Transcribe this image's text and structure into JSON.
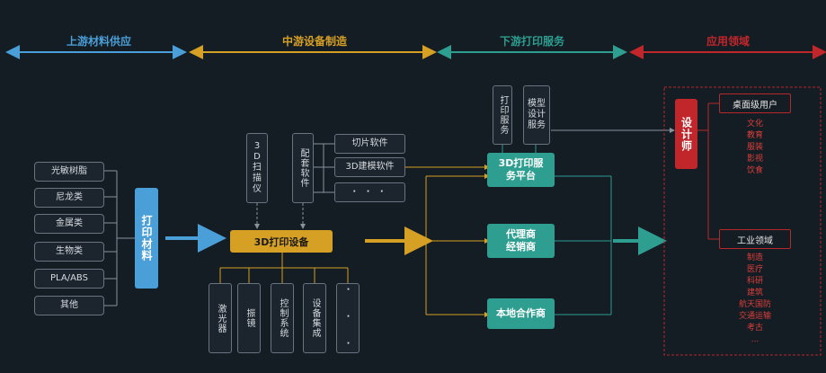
{
  "sections": {
    "upstream": "上游材料供应",
    "midstream": "中游设备制造",
    "downstream": "下游打印服务",
    "application": "应用领域"
  },
  "colors": {
    "upstream": "#4a9fd8",
    "midstream": "#d6a024",
    "downstream": "#2d9e8f",
    "application": "#c0262a"
  },
  "materials": {
    "items": [
      "光敏树脂",
      "尼龙类",
      "金属类",
      "生物类",
      "PLA/ABS",
      "其他"
    ],
    "main": "打印材料"
  },
  "equipment": {
    "scanner": "3D扫描仪",
    "supporting_software": "配套软件",
    "software_items": [
      "切片软件",
      "3D建模软件",
      "· · ·"
    ],
    "main": "3D打印设备",
    "components": [
      "激光器",
      "振镜",
      "控制系统",
      "设备集成",
      "· · ·"
    ]
  },
  "services": {
    "print_service": "打印服务",
    "model_design": "模型设计服务",
    "platform": "3D打印服务平台",
    "agent": "代理商经销商",
    "partner": "本地合作商"
  },
  "application": {
    "designer": "设计师",
    "desktop_title": "桌面级用户",
    "desktop_items": [
      "文化",
      "教育",
      "服装",
      "影视",
      "饮食"
    ],
    "industrial_title": "工业领域",
    "industrial_items": [
      "制造",
      "医疗",
      "科研",
      "建筑",
      "航天国防",
      "交通运输",
      "考古",
      "..."
    ]
  }
}
